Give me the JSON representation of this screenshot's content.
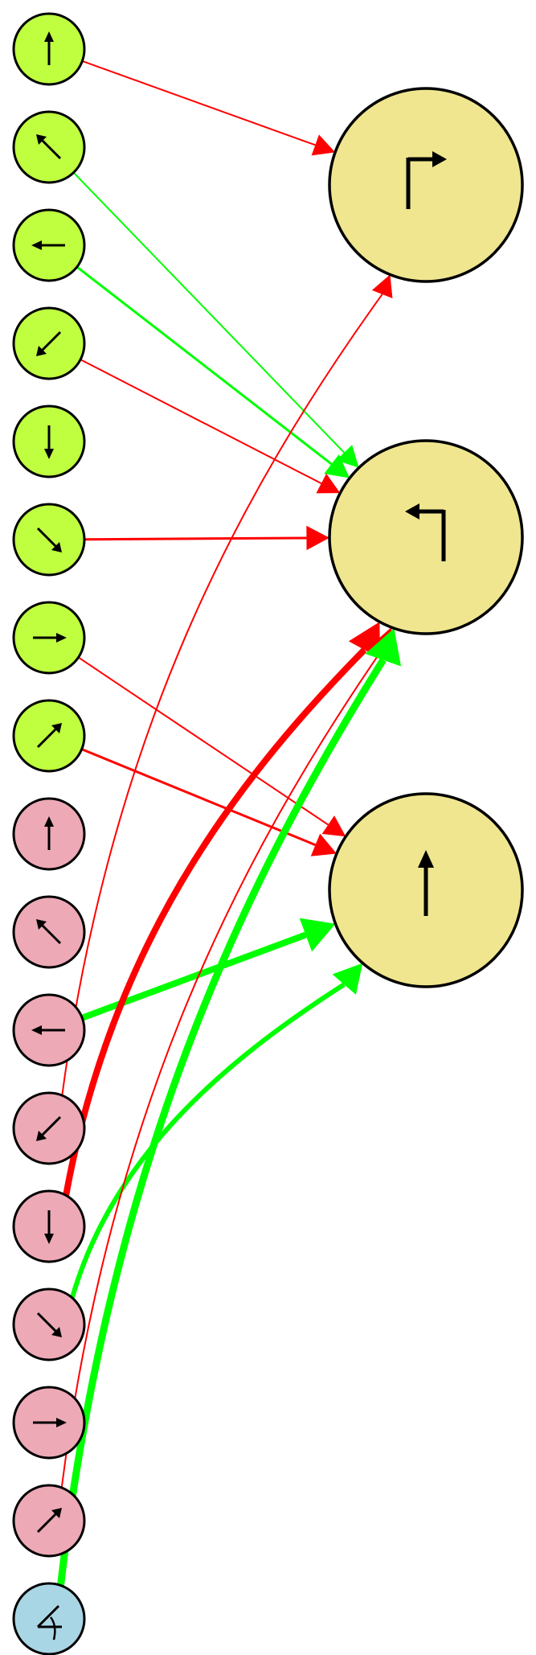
{
  "colors": {
    "background": "#ffffff",
    "input_top": "#bfff40",
    "input_bottom": "#eda9b6",
    "input_special": "#a9d6e5",
    "output": "#efe68f",
    "stroke": "#000000",
    "excitatory": "#00ff00",
    "inhibitory": "#ff0000"
  },
  "inputs": [
    {
      "id": "in-0",
      "icon": "arrow-up-icon",
      "group": "top"
    },
    {
      "id": "in-1",
      "icon": "arrow-up-left-icon",
      "group": "top"
    },
    {
      "id": "in-2",
      "icon": "arrow-left-icon",
      "group": "top"
    },
    {
      "id": "in-3",
      "icon": "arrow-down-left-icon",
      "group": "top"
    },
    {
      "id": "in-4",
      "icon": "arrow-down-icon",
      "group": "top"
    },
    {
      "id": "in-5",
      "icon": "arrow-down-right-icon",
      "group": "top"
    },
    {
      "id": "in-6",
      "icon": "arrow-right-icon",
      "group": "top"
    },
    {
      "id": "in-7",
      "icon": "arrow-up-right-icon",
      "group": "top"
    },
    {
      "id": "in-8",
      "icon": "arrow-up-icon",
      "group": "bottom"
    },
    {
      "id": "in-9",
      "icon": "arrow-up-left-icon",
      "group": "bottom"
    },
    {
      "id": "in-10",
      "icon": "arrow-left-icon",
      "group": "bottom"
    },
    {
      "id": "in-11",
      "icon": "arrow-down-left-icon",
      "group": "bottom"
    },
    {
      "id": "in-12",
      "icon": "arrow-down-icon",
      "group": "bottom"
    },
    {
      "id": "in-13",
      "icon": "arrow-down-right-icon",
      "group": "bottom"
    },
    {
      "id": "in-14",
      "icon": "arrow-right-icon",
      "group": "bottom"
    },
    {
      "id": "in-15",
      "icon": "arrow-up-right-icon",
      "group": "bottom"
    },
    {
      "id": "in-16",
      "icon": "angle-icon",
      "group": "special"
    }
  ],
  "outputs": [
    {
      "id": "out-0",
      "icon": "turn-right-icon"
    },
    {
      "id": "out-1",
      "icon": "turn-left-icon"
    },
    {
      "id": "out-2",
      "icon": "straight-icon"
    }
  ],
  "connections": [
    {
      "from": "in-0",
      "to": "out-0",
      "type": "inhibitory",
      "weight": 2
    },
    {
      "from": "in-1",
      "to": "out-1",
      "type": "excitatory",
      "weight": 2
    },
    {
      "from": "in-2",
      "to": "out-1",
      "type": "excitatory",
      "weight": 3
    },
    {
      "from": "in-3",
      "to": "out-1",
      "type": "inhibitory",
      "weight": 2
    },
    {
      "from": "in-5",
      "to": "out-1",
      "type": "inhibitory",
      "weight": 3
    },
    {
      "from": "in-6",
      "to": "out-2",
      "type": "inhibitory",
      "weight": 2
    },
    {
      "from": "in-7",
      "to": "out-2",
      "type": "inhibitory",
      "weight": 3
    },
    {
      "from": "in-10",
      "to": "out-2",
      "type": "excitatory",
      "weight": 8
    },
    {
      "from": "in-11",
      "to": "out-0",
      "type": "inhibitory",
      "weight": 2
    },
    {
      "from": "in-12",
      "to": "out-1",
      "type": "inhibitory",
      "weight": 8
    },
    {
      "from": "in-13",
      "to": "out-2",
      "type": "excitatory",
      "weight": 6
    },
    {
      "from": "in-15",
      "to": "out-1",
      "type": "inhibitory",
      "weight": 2
    },
    {
      "from": "in-16",
      "to": "out-1",
      "type": "excitatory",
      "weight": 9
    }
  ]
}
